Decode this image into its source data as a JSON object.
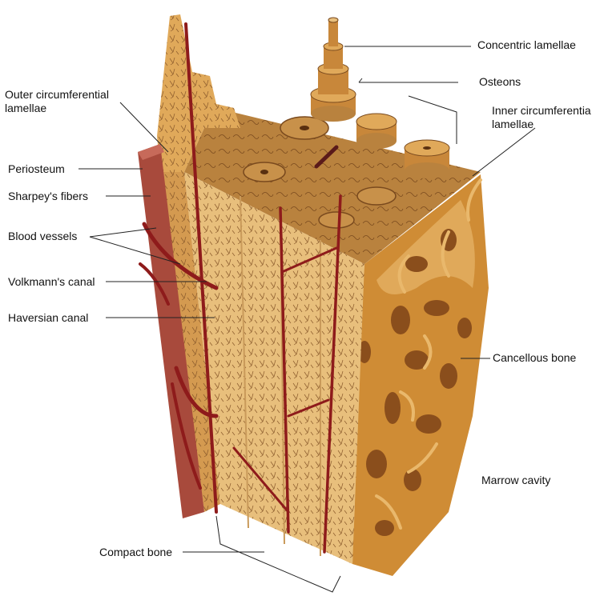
{
  "diagram": {
    "labels": {
      "concentric_lamellae": "Concentric lamellae",
      "osteons": "Osteons",
      "inner_circumferential_line1": "Inner circumferentia",
      "inner_circumferential_line2": "lamellae",
      "outer_circumferential_line1": "Outer circumferential",
      "outer_circumferential_line2": "lamellae",
      "periosteum": "Periosteum",
      "sharpeys_fibers": "Sharpey's fibers",
      "blood_vessels": "Blood vessels",
      "volkmanns_canal": "Volkmann's canal",
      "haversian_canal": "Haversian canal",
      "cancellous_bone": "Cancellous bone",
      "marrow_cavity": "Marrow cavity",
      "compact_bone": "Compact bone"
    },
    "colors": {
      "bone": "#d9a35a",
      "bone_light": "#e8bf7c",
      "bone_dark": "#b9823e",
      "spongy": "#cf8c35",
      "spongy_hole": "#8a4e1c",
      "vessel": "#8e1b1b",
      "periosteum": "#a84a3c",
      "leader": "#222222"
    }
  }
}
